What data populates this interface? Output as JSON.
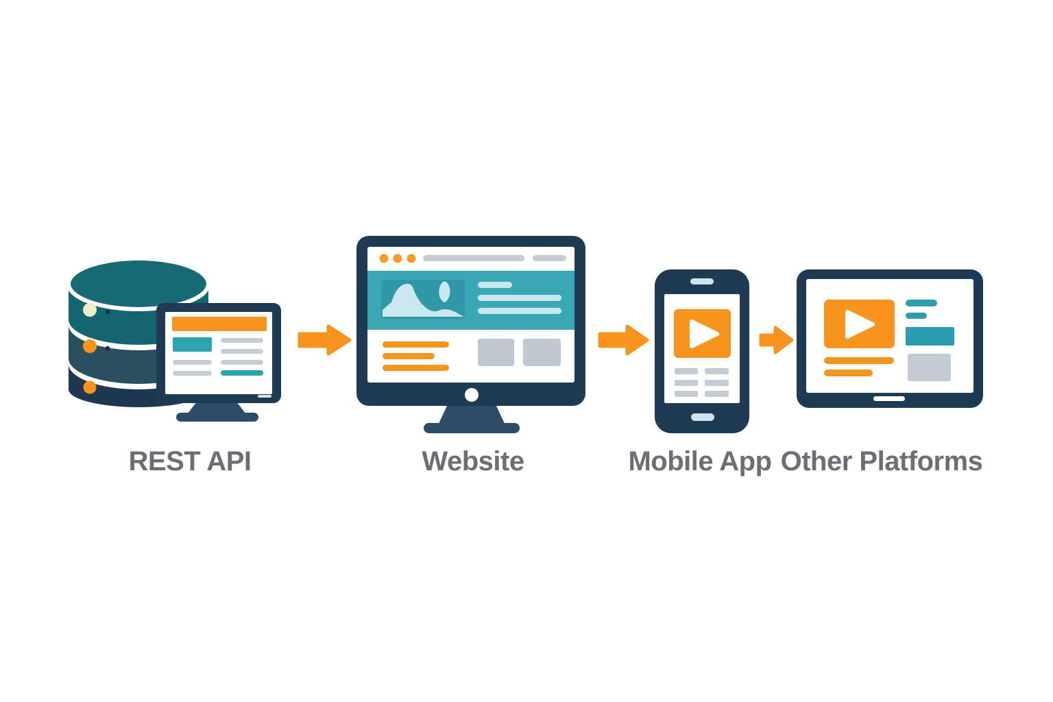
{
  "diagram": {
    "type": "flow",
    "direction": "left-to-right",
    "nodes": [
      {
        "id": "rest-api",
        "label": "REST API",
        "icon": "database-icon"
      },
      {
        "id": "website",
        "label": "Website",
        "icon": "desktop-monitor-icon"
      },
      {
        "id": "mobile-app",
        "label": "Mobile App",
        "icon": "smartphone-icon"
      },
      {
        "id": "other-platforms",
        "label": "Other Platforms",
        "icon": "tablet-icon"
      }
    ],
    "connectors": [
      {
        "from": "rest-api",
        "to": "website",
        "icon": "arrow-right-icon"
      },
      {
        "from": "website",
        "to": "mobile-app",
        "icon": "arrow-right-icon"
      },
      {
        "from": "mobile-app",
        "to": "other-platforms",
        "icon": "arrow-right-icon"
      }
    ],
    "colors": {
      "background": "#FFFFFF",
      "orange": "#F7941E",
      "navy": "#1E3A54",
      "teal": "#3AA7B4",
      "database_teal": "#156570",
      "database_slate": "#2A4F5F",
      "database_navy": "#1F3850",
      "light_blue": "#CBE7EE",
      "gray_line": "#C6CCD4",
      "gray_block": "#BFC7D1",
      "label_gray": "#6B6E74",
      "stand_blue": "#2C4C68",
      "cream_dot": "#F0ECC9"
    }
  }
}
